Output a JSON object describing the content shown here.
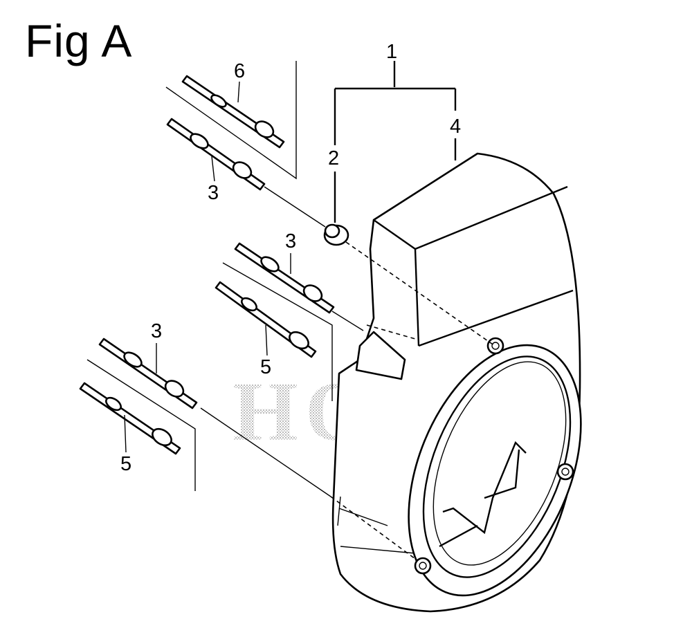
{
  "figure": {
    "title": "Fig A",
    "watermark": "HONDA",
    "callouts": [
      {
        "id": "c1",
        "text": "1"
      },
      {
        "id": "c2",
        "text": "2"
      },
      {
        "id": "c3a",
        "text": "3"
      },
      {
        "id": "c3b",
        "text": "3"
      },
      {
        "id": "c3c",
        "text": "3"
      },
      {
        "id": "c4",
        "text": "4"
      },
      {
        "id": "c5a",
        "text": "5"
      },
      {
        "id": "c5b",
        "text": "5"
      },
      {
        "id": "c6",
        "text": "6"
      }
    ]
  }
}
